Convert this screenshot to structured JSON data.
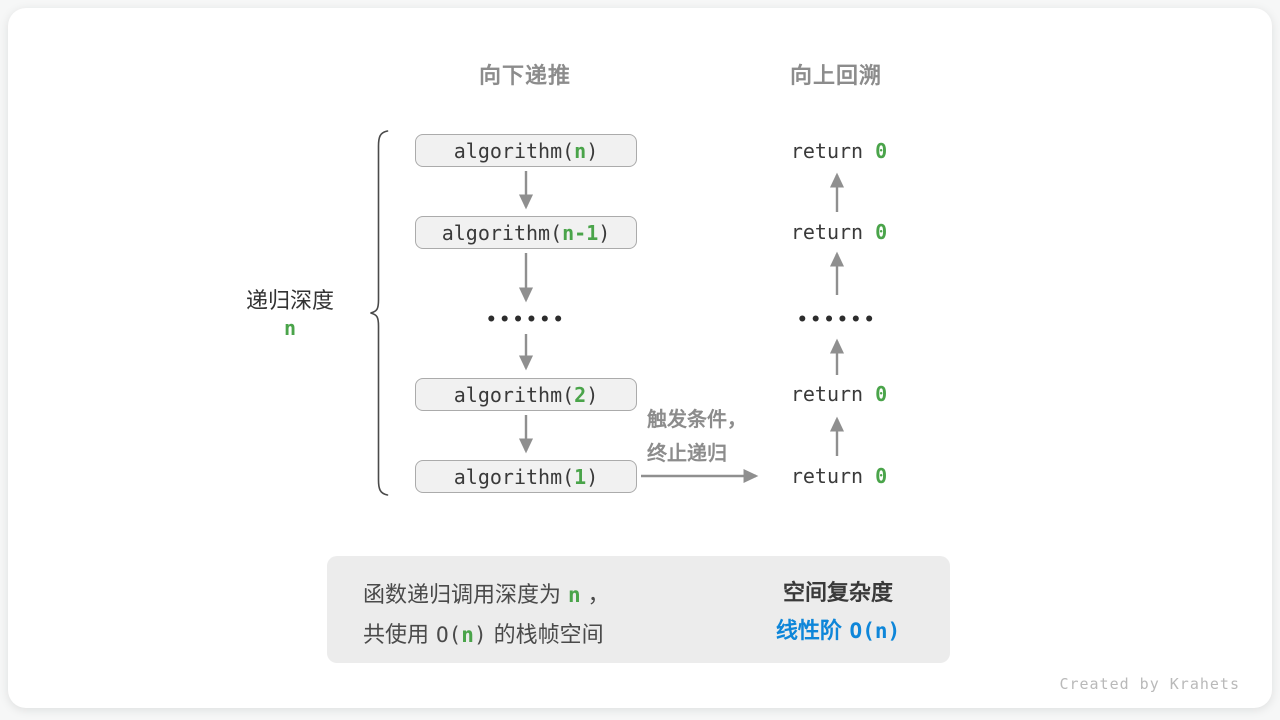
{
  "colors": {
    "green": "#4aa44a",
    "blue": "#0e86d9",
    "gray_label": "#8c8c8c"
  },
  "headers": {
    "down": "向下递推",
    "up": "向上回溯"
  },
  "depth_label": {
    "text": "递归深度",
    "var": "n"
  },
  "calls": [
    {
      "prefix": "algorithm(",
      "arg": "n",
      "suffix": ")"
    },
    {
      "prefix": "algorithm(",
      "arg": "n-1",
      "suffix": ")"
    },
    {
      "prefix": "algorithm(",
      "arg": "2",
      "suffix": ")"
    },
    {
      "prefix": "algorithm(",
      "arg": "1",
      "suffix": ")"
    }
  ],
  "returns": [
    {
      "keyword": "return ",
      "value": "0"
    },
    {
      "keyword": "return ",
      "value": "0"
    },
    {
      "keyword": "return ",
      "value": "0"
    },
    {
      "keyword": "return ",
      "value": "0"
    }
  ],
  "dots": "••••••",
  "trigger": {
    "line1": "触发条件，",
    "line2": "终止递归"
  },
  "summary": {
    "line1": {
      "a": "函数递归调用深度为 ",
      "b": "n",
      "c": " ，"
    },
    "line2": {
      "a": "共使用 ",
      "o": "O(",
      "b": "n",
      "cl": ")",
      "c": " 的栈帧空间"
    },
    "result_title": "空间复杂度",
    "result_value_text": "线性阶 ",
    "result_value_code": "O(n)"
  },
  "footer": "Created by Krahets"
}
